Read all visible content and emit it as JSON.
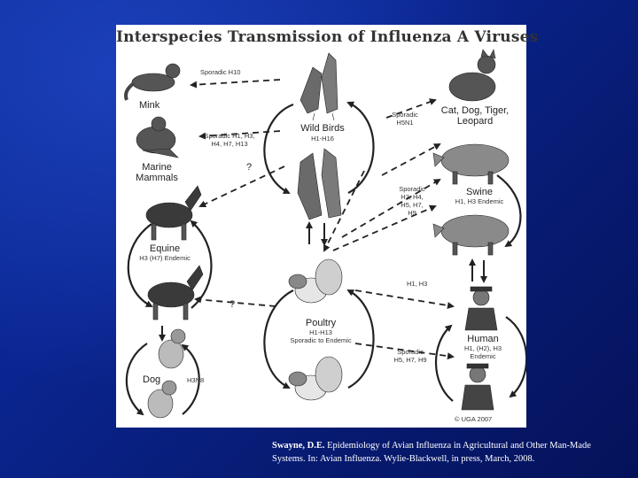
{
  "title": "Interspecies Transmission of Influenza A Viruses",
  "labels": {
    "mink": "Mink",
    "sporadic_h10": "Sporadic H10",
    "marine_1": "Marine",
    "marine_2": "Mammals",
    "sporadic_marine_1": "Sporadic H1, H3,",
    "sporadic_marine_2": "H4, H7, H13",
    "wild_birds": "Wild Birds",
    "wild_birds_sub": "H1-H16",
    "cat_dog_1": "Cat, Dog, Tiger,",
    "cat_dog_2": "Leopard",
    "sporadic_h5n1_1": "Sporadic",
    "sporadic_h5n1_2": "H5N1",
    "question_1": "?",
    "question_2": "?",
    "equine": "Equine",
    "equine_sub": "H3 (H7) Endemic",
    "swine": "Swine",
    "swine_sub": "H1, H3 Endemic",
    "sporadic_swine_1": "Sporadic",
    "sporadic_swine_2": "H2, H4,",
    "sporadic_swine_3": "H5, H7,",
    "sporadic_swine_4": "H9",
    "h1_h3": "H1, H3",
    "poultry": "Poultry",
    "poultry_sub_1": "H1-H13",
    "poultry_sub_2": "Sporadic to Endemic",
    "human": "Human",
    "human_sub_1": "H1, (H2), H3",
    "human_sub_2": "Endemic",
    "sporadic_human_1": "Sporadic",
    "sporadic_human_2": "H5, H7, H9",
    "dog": "Dog",
    "dog_sub": "H3N8",
    "copyright": "© UGA 2007"
  },
  "citation": {
    "author": "Swayne, D.E.",
    "text": " Epidemiology of Avian Influenza in Agricultural and Other Man-Made Systems. In: Avian Influenza. Wylie-Blackwell, in press, March, 2008."
  },
  "icons": [
    "mink-icon",
    "marine-mammal-icon",
    "heron-icon",
    "cat-icon",
    "pig-icon",
    "horse-icon",
    "dog-icon",
    "duck-icon",
    "human-icon"
  ]
}
